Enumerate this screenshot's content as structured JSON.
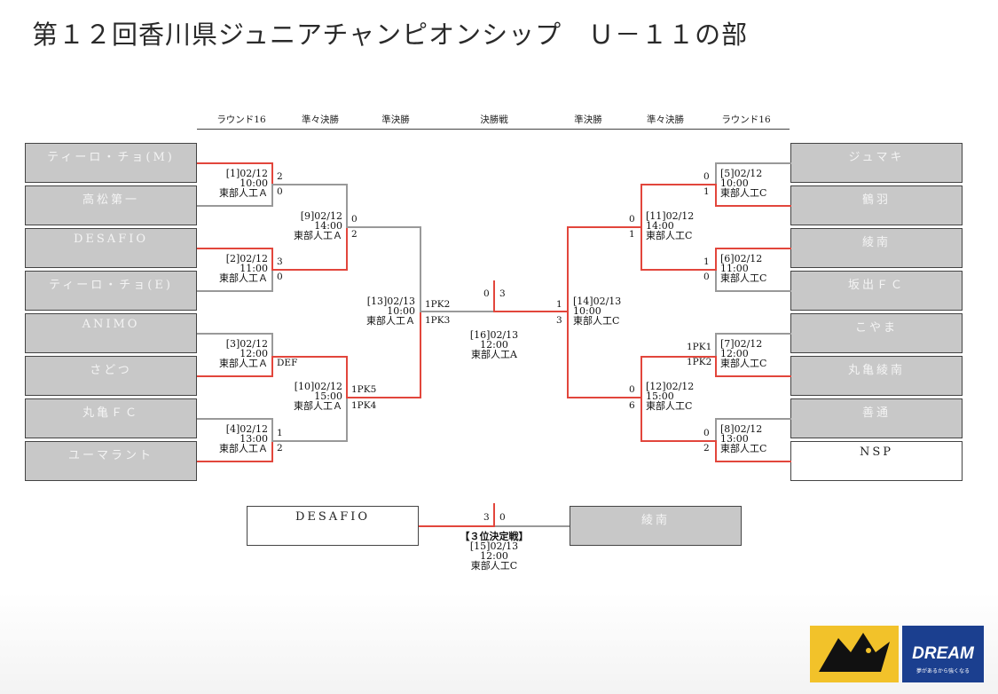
{
  "title": "第１２回香川県ジュニアチャンピオンシップ　Ｕ－１１の部",
  "rounds": [
    "ラウンド16",
    "準々決勝",
    "準決勝",
    "決勝戦",
    "準決勝",
    "準々決勝",
    "ラウンド16"
  ],
  "teams_left": [
    "ティーロ・チョ(M)",
    "高松第一",
    "DESAFIO",
    "ティーロ・チョ(E)",
    "ANIMO",
    "さどつ",
    "丸亀ＦＣ",
    "ユーマラント"
  ],
  "teams_right": [
    "ジュマキ",
    "鶴羽",
    "綾南",
    "坂出ＦＣ",
    "こやま",
    "丸亀綾南",
    "善通",
    "NSP"
  ],
  "matches": {
    "m1": {
      "no": "[1]02/12",
      "time": "10:00",
      "venue": "東部人工Ａ",
      "s1": "2",
      "s2": "0"
    },
    "m2": {
      "no": "[2]02/12",
      "time": "11:00",
      "venue": "東部人工Ａ",
      "s1": "3",
      "s2": "0"
    },
    "m3": {
      "no": "[3]02/12",
      "time": "12:00",
      "venue": "東部人工Ａ",
      "s1": "DEF",
      "s2": ""
    },
    "m4": {
      "no": "[4]02/12",
      "time": "13:00",
      "venue": "東部人工Ａ",
      "s1": "1",
      "s2": "2"
    },
    "m5": {
      "no": "[5]02/12",
      "time": "10:00",
      "venue": "東部人工C",
      "s1": "0",
      "s2": "1"
    },
    "m6": {
      "no": "[6]02/12",
      "time": "11:00",
      "venue": "東部人工C",
      "s1": "1",
      "s2": "0"
    },
    "m7": {
      "no": "[7]02/12",
      "time": "12:00",
      "venue": "東部人工C",
      "s1": "1PK1",
      "s2": "1PK2"
    },
    "m8": {
      "no": "[8]02/12",
      "time": "13:00",
      "venue": "東部人工C",
      "s1": "0",
      "s2": "2"
    },
    "m9": {
      "no": "[9]02/12",
      "time": "14:00",
      "venue": "東部人工Ａ",
      "s1": "0",
      "s2": "2"
    },
    "m10": {
      "no": "[10]02/12",
      "time": "15:00",
      "venue": "東部人工Ａ",
      "s1": "1PK5",
      "s2": "1PK4"
    },
    "m11": {
      "no": "[11]02/12",
      "time": "14:00",
      "venue": "東部人工C",
      "s1": "0",
      "s2": "1"
    },
    "m12": {
      "no": "[12]02/12",
      "time": "15:00",
      "venue": "東部人工C",
      "s1": "0",
      "s2": "6"
    },
    "m13": {
      "no": "[13]02/13",
      "time": "10:00",
      "venue": "東部人工Ａ",
      "s1": "1PK2",
      "s2": "1PK3"
    },
    "m14": {
      "no": "[14]02/13",
      "time": "10:00",
      "venue": "東部人工C",
      "s1": "1",
      "s2": "3"
    },
    "m16": {
      "no": "[16]02/13",
      "time": "12:00",
      "venue": "東部人工A",
      "s1": "0",
      "s2": "3"
    },
    "m15": {
      "label": "【３位決定戦】",
      "no": "[15]02/13",
      "time": "12:00",
      "venue": "東部人工C",
      "s1": "3",
      "s2": "0"
    }
  },
  "third_place": {
    "left": "DESAFIO",
    "right": "綾南"
  },
  "logo": {
    "text": "DREAM",
    "sub": "夢があるから強くなる"
  },
  "colors": {
    "winner_line": "#e2463c",
    "loser_line": "#999999",
    "eliminated_fill": "#c8c8c8",
    "champion_fill": "#ffffff"
  }
}
